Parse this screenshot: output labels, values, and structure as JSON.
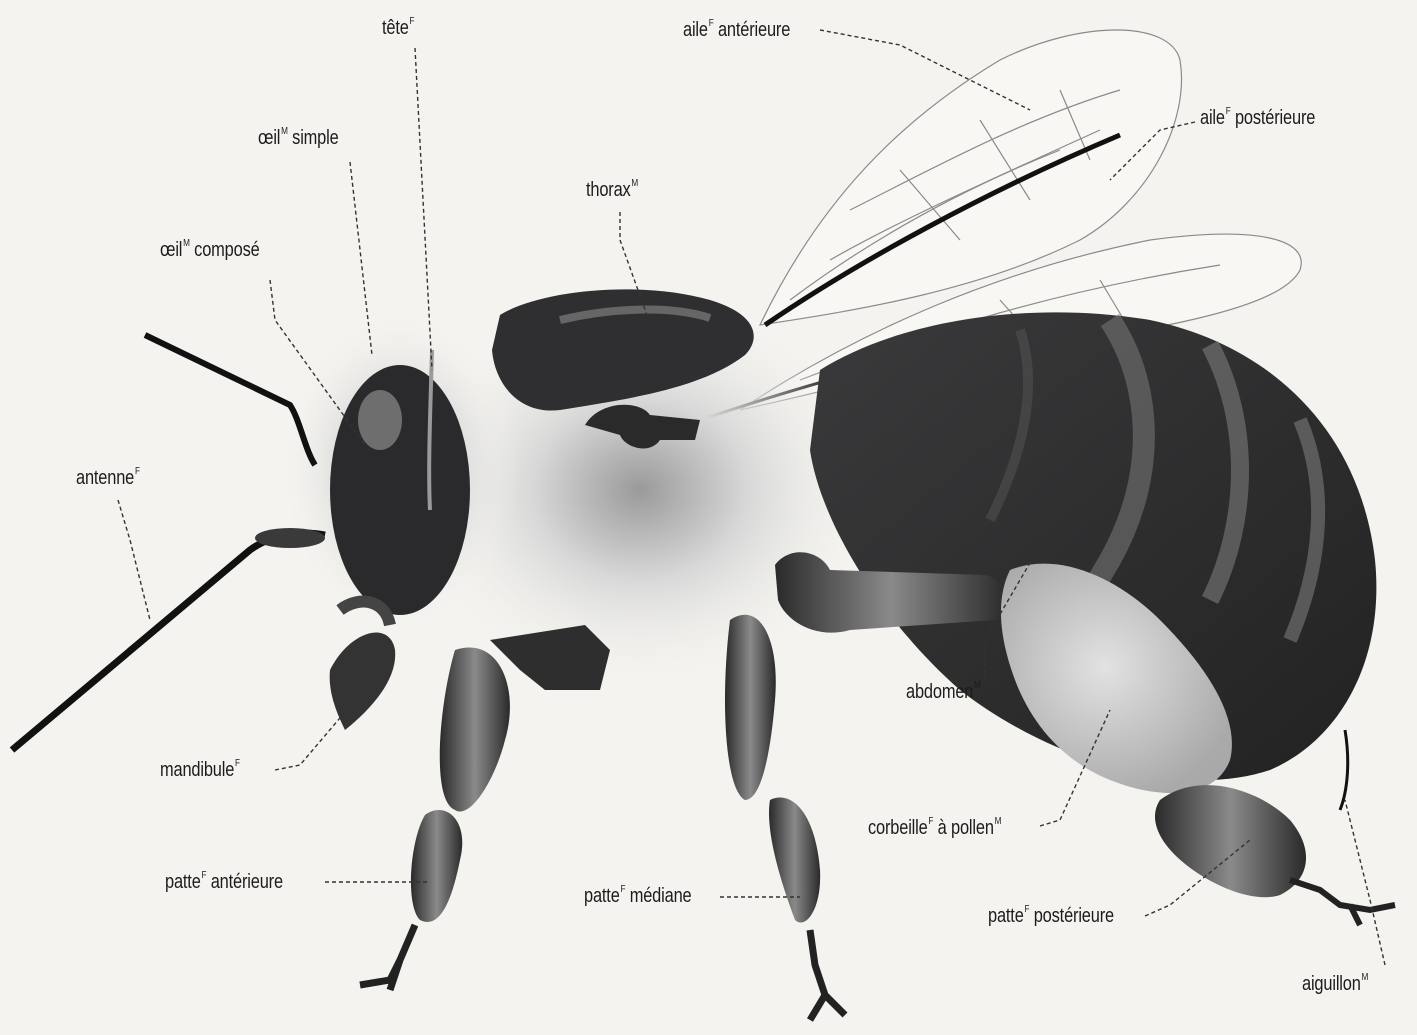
{
  "labels": {
    "tete": {
      "text": "tête",
      "sup": "F"
    },
    "aile_anterieure": {
      "text": "aile",
      "sup": "F",
      "rest": " antérieure"
    },
    "aile_posterieure": {
      "text": "aile",
      "sup": "F",
      "rest": " postérieure"
    },
    "oeil_simple": {
      "text": "œil",
      "sup": "M",
      "rest": " simple"
    },
    "thorax": {
      "text": "thorax",
      "sup": "M"
    },
    "oeil_compose": {
      "text": "œil",
      "sup": "M",
      "rest": " composé"
    },
    "antenne": {
      "text": "antenne",
      "sup": "F"
    },
    "mandibule": {
      "text": "mandibule",
      "sup": "F"
    },
    "abdomen": {
      "text": "abdomen",
      "sup": "M"
    },
    "corbeille": {
      "text": "corbeille",
      "sup": "F",
      "rest": " à pollen",
      "sup2": "M"
    },
    "patte_anterieure": {
      "text": "patte",
      "sup": "F",
      "rest": " antérieure"
    },
    "patte_mediane": {
      "text": "patte",
      "sup": "F",
      "rest": " médiane"
    },
    "patte_posterieure": {
      "text": "patte",
      "sup": "F",
      "rest": " postérieure"
    },
    "aiguillon": {
      "text": "aiguillon",
      "sup": "M"
    }
  },
  "colors": {
    "background": "#f4f3ef",
    "body_dark": "#2b2b2d",
    "body_mid": "#5a5a5e",
    "pollen": "#cfcfcf",
    "wing": "#8a8a8a"
  }
}
